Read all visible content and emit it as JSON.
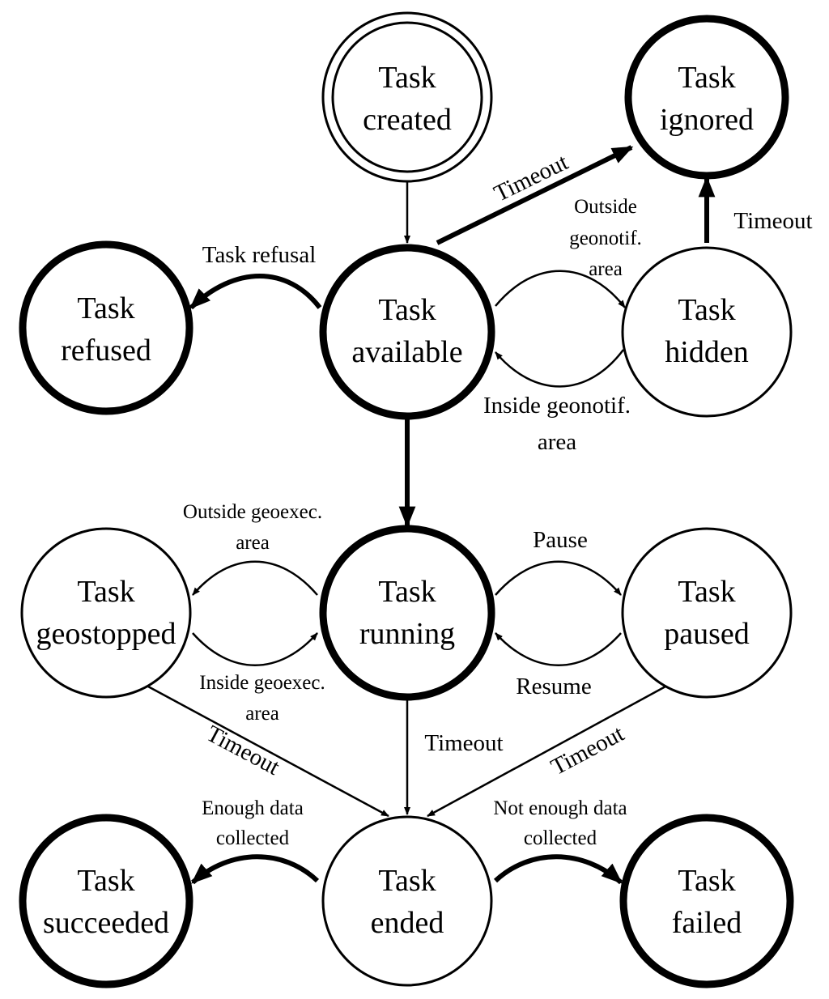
{
  "nodes": {
    "created": {
      "line1": "Task",
      "line2": "created"
    },
    "ignored": {
      "line1": "Task",
      "line2": "ignored"
    },
    "refused": {
      "line1": "Task",
      "line2": "refused"
    },
    "available": {
      "line1": "Task",
      "line2": "available"
    },
    "hidden": {
      "line1": "Task",
      "line2": "hidden"
    },
    "geostopped": {
      "line1": "Task",
      "line2": "geostopped"
    },
    "running": {
      "line1": "Task",
      "line2": "running"
    },
    "paused": {
      "line1": "Task",
      "line2": "paused"
    },
    "succeeded": {
      "line1": "Task",
      "line2": "succeeded"
    },
    "ended": {
      "line1": "Task",
      "line2": "ended"
    },
    "failed": {
      "line1": "Task",
      "line2": "failed"
    }
  },
  "edges": {
    "timeout_available_ignored": "Timeout",
    "timeout_hidden_ignored": "Timeout",
    "task_refusal": "Task refusal",
    "outside_geonotif": {
      "line1": "Outside",
      "line2": "geonotif.",
      "line3": "area"
    },
    "inside_geonotif": {
      "line1": "Inside geonotif.",
      "line2": "area"
    },
    "outside_geoexec": {
      "line1": "Outside geoexec.",
      "line2": "area"
    },
    "inside_geoexec": {
      "line1": "Inside geoexec.",
      "line2": "area"
    },
    "pause": "Pause",
    "resume": "Resume",
    "timeout_geostopped_ended": "Timeout",
    "timeout_running_ended": "Timeout",
    "timeout_paused_ended": "Timeout",
    "enough_data": {
      "line1": "Enough data",
      "line2": "collected"
    },
    "not_enough_data": {
      "line1": "Not enough data",
      "line2": "collected"
    }
  }
}
